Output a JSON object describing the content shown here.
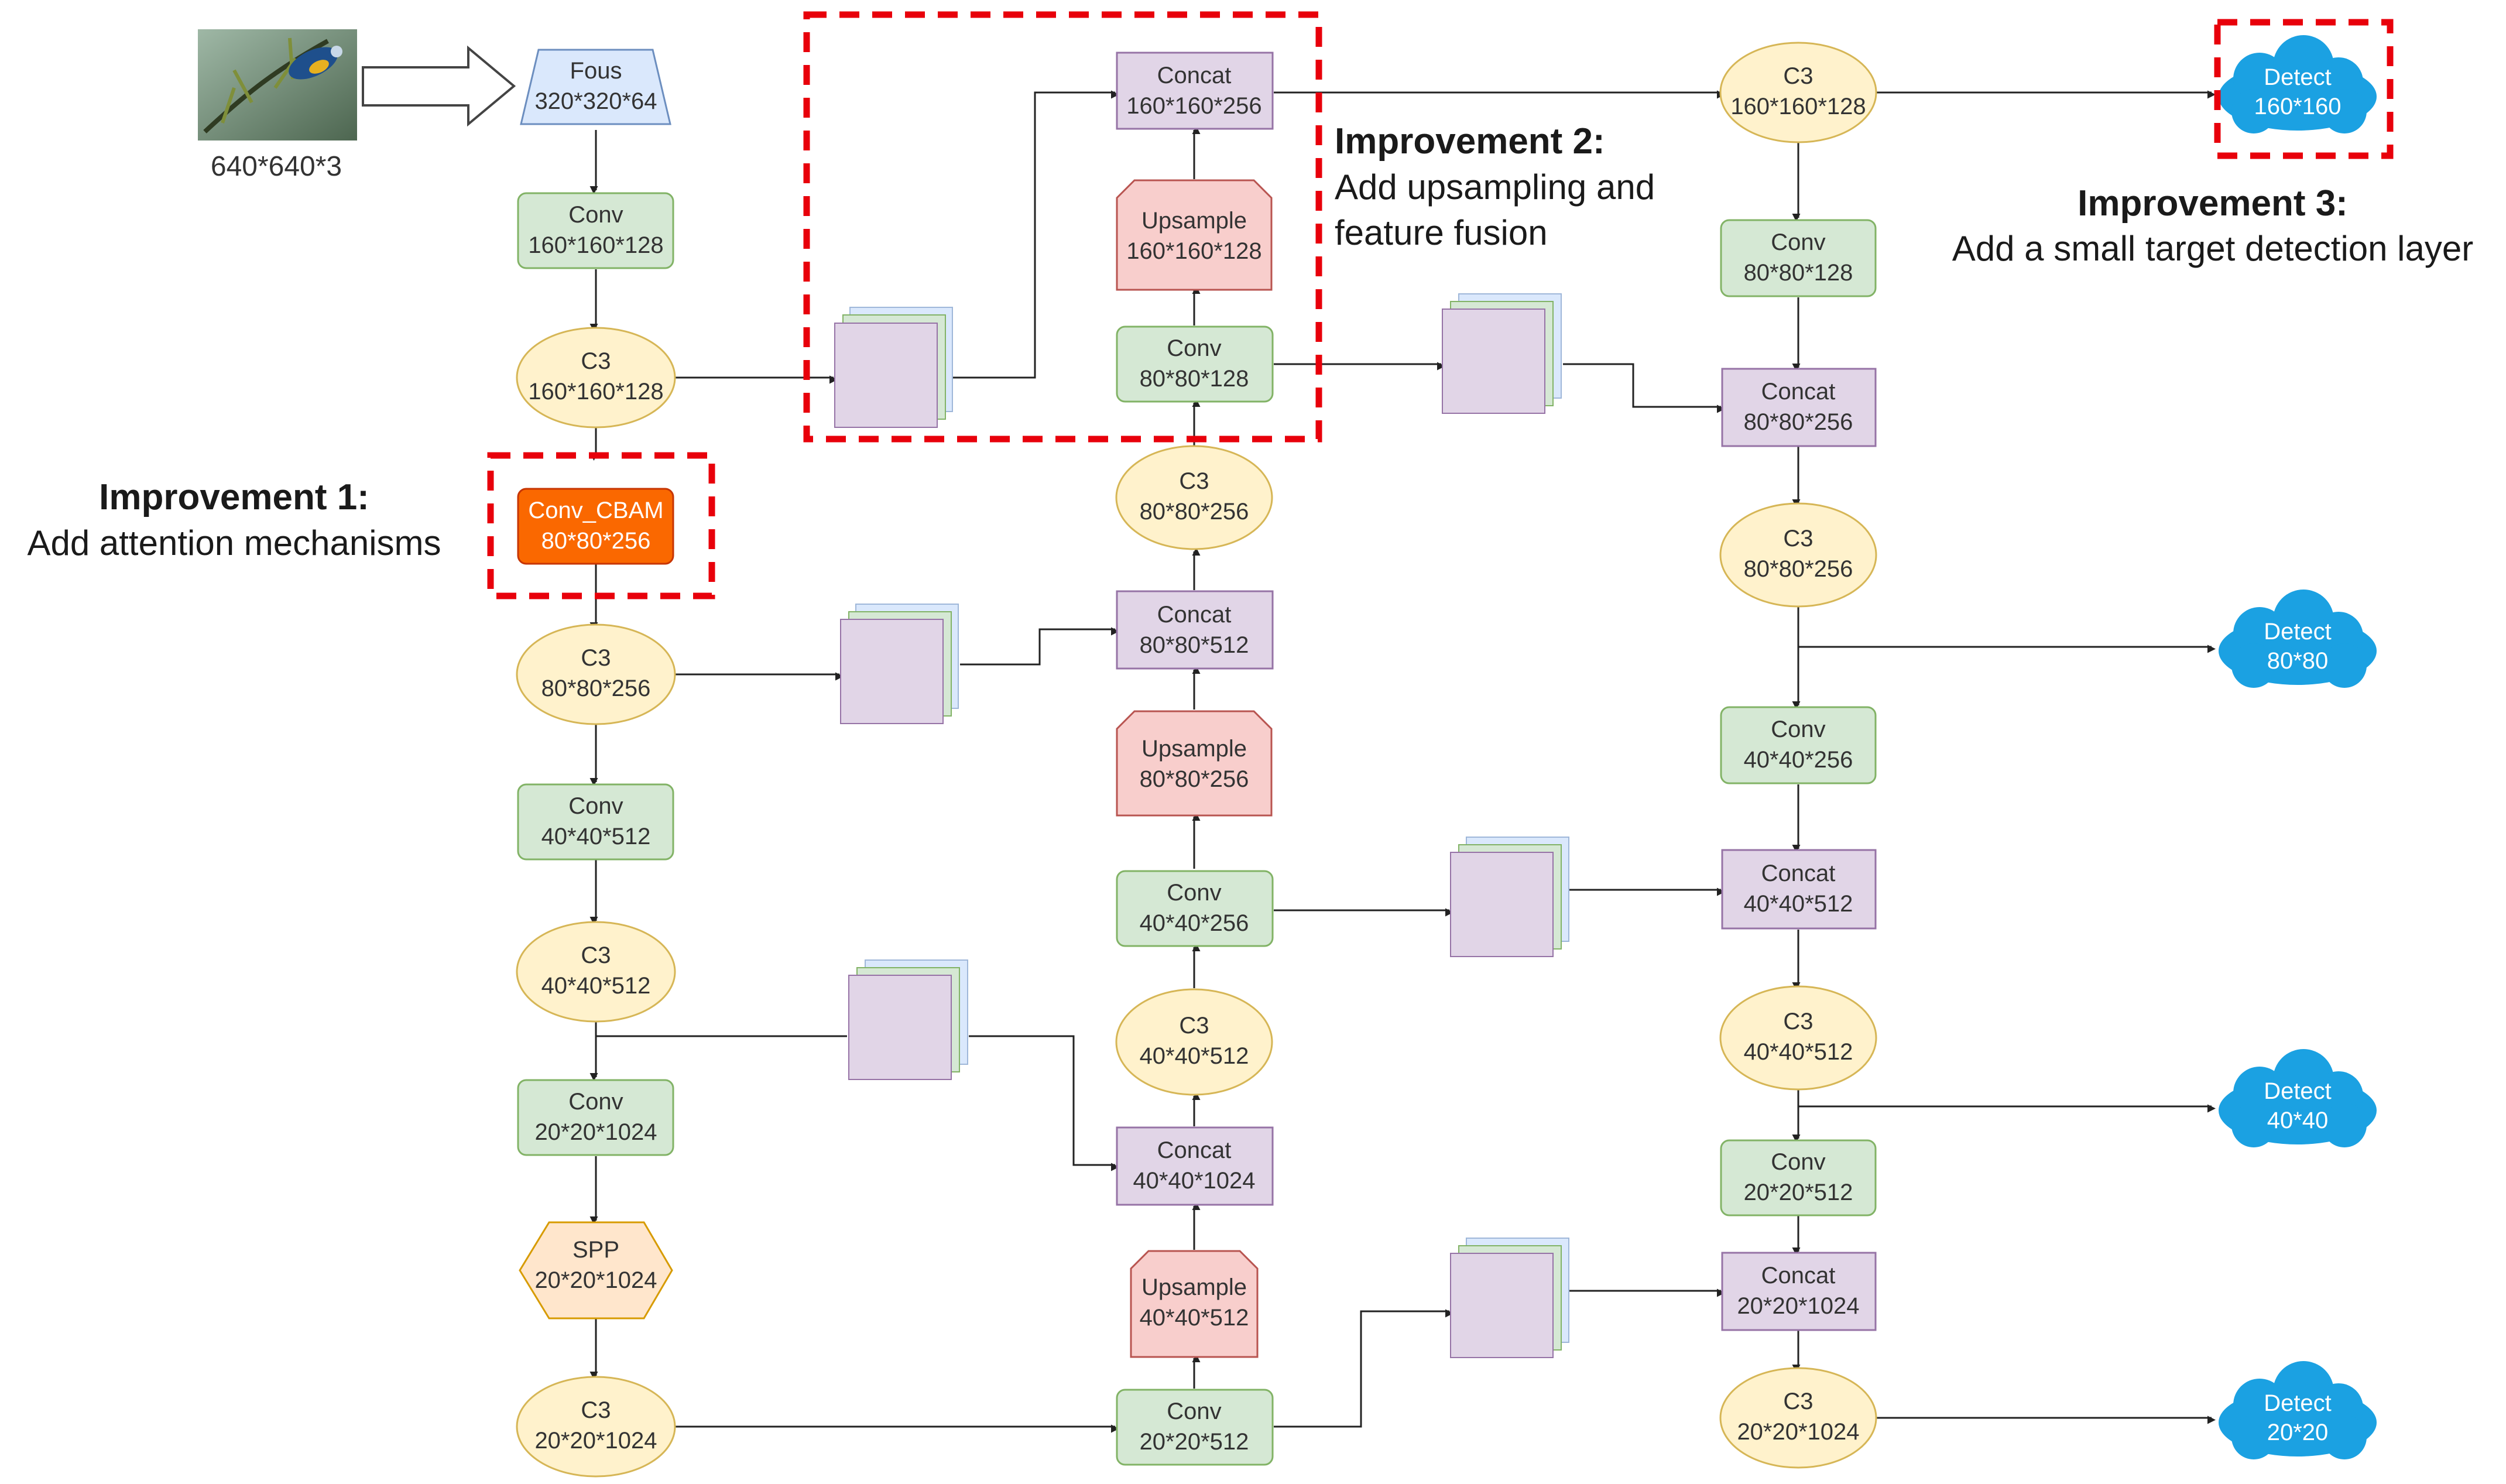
{
  "input": {
    "caption": "640*640*3"
  },
  "colors": {
    "conv": "#d5e8d4",
    "conv_border": "#82b366",
    "c3": "#fff2cc",
    "c3_border": "#d6b656",
    "concat": "#e1d5e7",
    "concat_border": "#9673a6",
    "upsample": "#f8cecc",
    "upsample_border": "#b85450",
    "focus": "#dae8fc",
    "focus_border": "#6c8ebf",
    "spp": "#ffe6cc",
    "spp_border": "#d79b00",
    "cbam": "#fa6800",
    "detect": "#1ba1e2",
    "highlight": "#e8000b"
  },
  "backbone": {
    "focus": {
      "name": "Fous",
      "size": "320*320*64"
    },
    "conv1": {
      "name": "Conv",
      "size": "160*160*128"
    },
    "c3_1": {
      "name": "C3",
      "size": "160*160*128"
    },
    "conv_cbam": {
      "name": "Conv_CBAM",
      "size": "80*80*256"
    },
    "c3_2": {
      "name": "C3",
      "size": "80*80*256"
    },
    "conv3": {
      "name": "Conv",
      "size": "40*40*512"
    },
    "c3_3": {
      "name": "C3",
      "size": "40*40*512"
    },
    "conv4": {
      "name": "Conv",
      "size": "20*20*1024"
    },
    "spp": {
      "name": "SPP",
      "size": "20*20*1024"
    },
    "c3_4": {
      "name": "C3",
      "size": "20*20*1024"
    }
  },
  "neck": {
    "concat_a": {
      "name": "Concat",
      "size": "160*160*256"
    },
    "upsample_a": {
      "name": "Upsample",
      "size": "160*160*128"
    },
    "conv_a": {
      "name": "Conv",
      "size": "80*80*128"
    },
    "c3_a": {
      "name": "C3",
      "size": "80*80*256"
    },
    "concat_b": {
      "name": "Concat",
      "size": "80*80*512"
    },
    "upsample_b": {
      "name": "Upsample",
      "size": "80*80*256"
    },
    "conv_b": {
      "name": "Conv",
      "size": "40*40*256"
    },
    "c3_b": {
      "name": "C3",
      "size": "40*40*512"
    },
    "concat_c": {
      "name": "Concat",
      "size": "40*40*1024"
    },
    "upsample_c": {
      "name": "Upsample",
      "size": "40*40*512"
    },
    "conv_c": {
      "name": "Conv",
      "size": "20*20*512"
    }
  },
  "head": {
    "c3_p2": {
      "name": "C3",
      "size": "160*160*128"
    },
    "conv_p2": {
      "name": "Conv",
      "size": "80*80*128"
    },
    "concat_p3": {
      "name": "Concat",
      "size": "80*80*256"
    },
    "c3_p3": {
      "name": "C3",
      "size": "80*80*256"
    },
    "conv_p3": {
      "name": "Conv",
      "size": "40*40*256"
    },
    "concat_p4": {
      "name": "Concat",
      "size": "40*40*512"
    },
    "c3_p4": {
      "name": "C3",
      "size": "40*40*512"
    },
    "conv_p4": {
      "name": "Conv",
      "size": "20*20*512"
    },
    "concat_p5": {
      "name": "Concat",
      "size": "20*20*1024"
    },
    "c3_p5": {
      "name": "C3",
      "size": "20*20*1024"
    }
  },
  "detect": {
    "d160": {
      "name": "Detect",
      "size": "160*160"
    },
    "d80": {
      "name": "Detect",
      "size": "80*80"
    },
    "d40": {
      "name": "Detect",
      "size": "40*40"
    },
    "d20": {
      "name": "Detect",
      "size": "20*20"
    }
  },
  "notes": {
    "imp1_title": "Improvement 1:",
    "imp1_text": "Add attention mechanisms",
    "imp2_title": "Improvement 2:",
    "imp2_line1": "Add upsampling and",
    "imp2_line2": "feature fusion",
    "imp3_title": "Improvement 3:",
    "imp3_text": "Add a small target detection layer"
  }
}
